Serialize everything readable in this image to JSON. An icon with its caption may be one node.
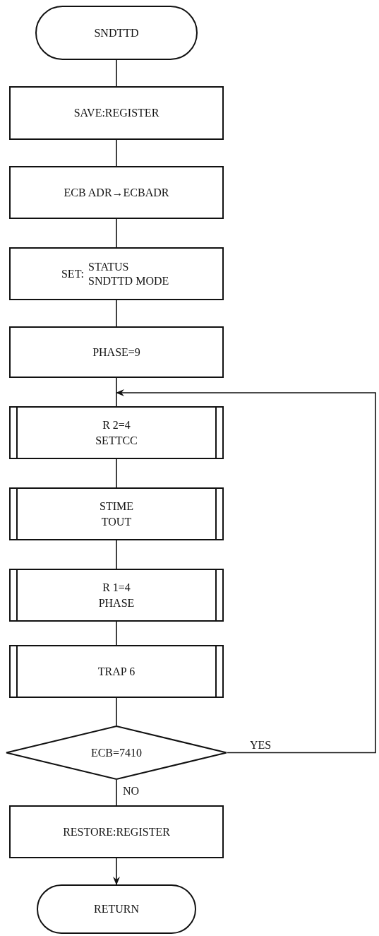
{
  "diagram": {
    "nodes": [
      {
        "text": [
          "SNDTTD"
        ]
      },
      {
        "text": [
          "SAVE:REGISTER"
        ]
      },
      {
        "text": [
          "ECB ADR→ECBADR"
        ]
      },
      {
        "text": [
          "SET:",
          "STATUS SNDTTD MODE"
        ]
      },
      {
        "text": [
          "PHASE=9"
        ]
      },
      {
        "text": [
          "R 2=4",
          "SETTCC"
        ]
      },
      {
        "text": [
          "STIME",
          "TOUT"
        ]
      },
      {
        "text": [
          "R 1=4",
          "PHASE"
        ]
      },
      {
        "text": [
          "TRAP 6"
        ]
      },
      {
        "text": [
          "ECB=7410"
        ]
      },
      {
        "text": [
          "RESTORE:REGISTER"
        ]
      },
      {
        "text": [
          "RETURN"
        ]
      }
    ],
    "edges": [
      {
        "from": 0,
        "to": 1,
        "arrow": "none"
      },
      {
        "from": 1,
        "to": 2,
        "arrow": "none"
      },
      {
        "from": 2,
        "to": 3,
        "arrow": "none"
      },
      {
        "from": 3,
        "to": 4,
        "arrow": "none"
      },
      {
        "from": 4,
        "to": 5,
        "arrow": "none"
      },
      {
        "from": 5,
        "to": 6,
        "arrow": "none"
      },
      {
        "from": 6,
        "to": 7,
        "arrow": "none"
      },
      {
        "from": 7,
        "to": 8,
        "arrow": "none"
      },
      {
        "from": 8,
        "to": 9,
        "arrow": "none"
      },
      {
        "from": 9,
        "to": 10,
        "arrow": "none",
        "label": "NO"
      },
      {
        "from": 10,
        "to": 11,
        "arrow": "to"
      },
      {
        "from": 9,
        "to": 5,
        "arrow": "to",
        "label": "YES"
      }
    ]
  }
}
